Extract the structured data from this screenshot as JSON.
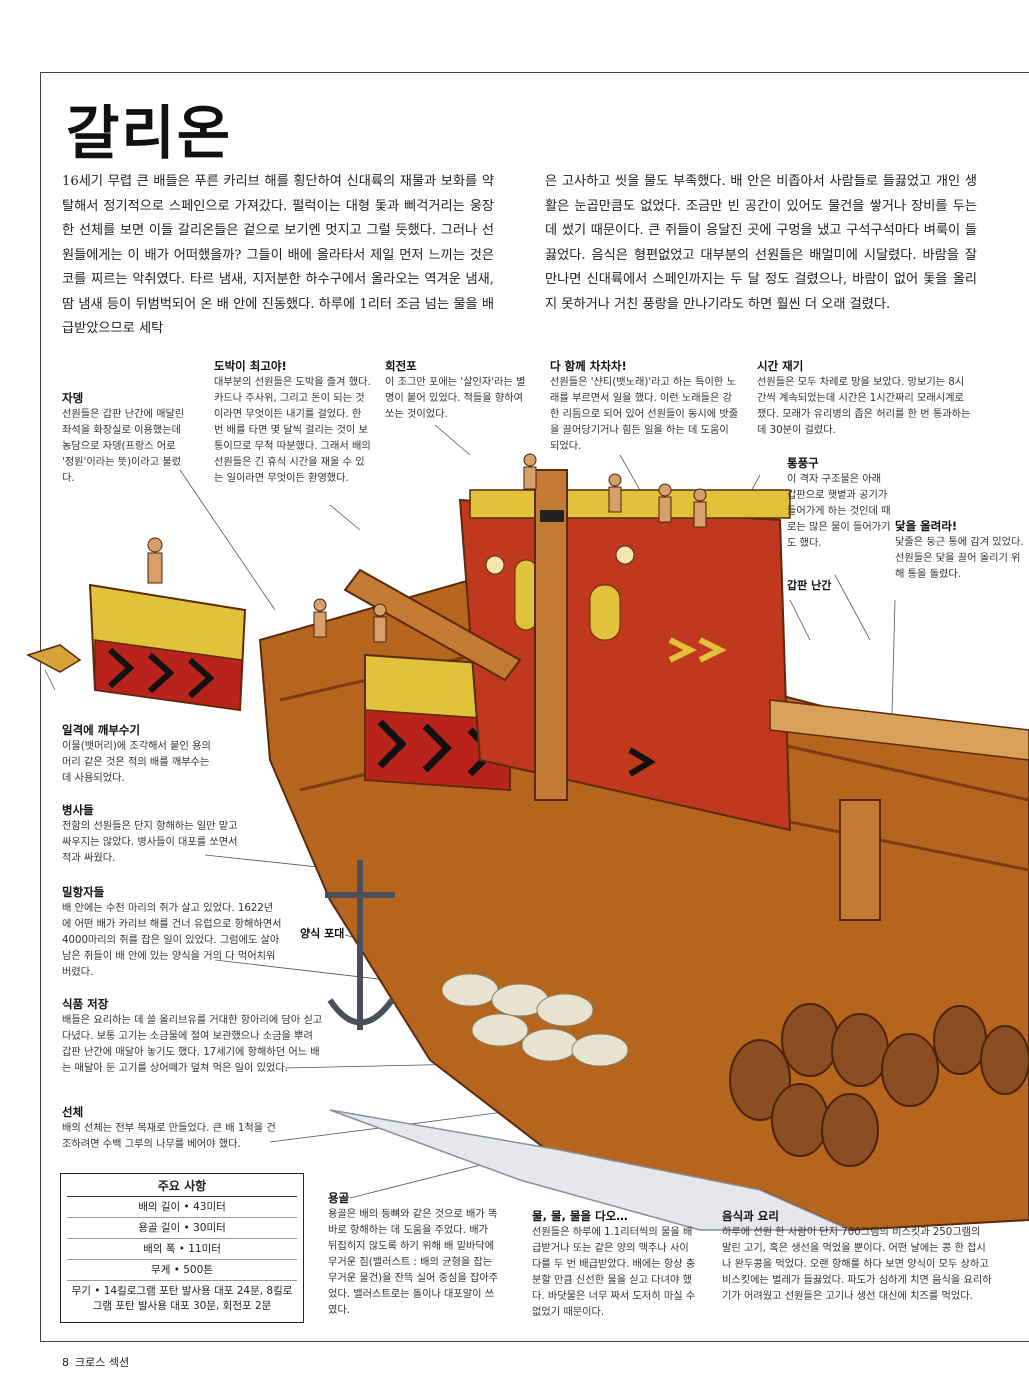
{
  "title": "갈리온",
  "intro": {
    "col1": "16세기 무렵 큰 배들은 푸른 카리브 해를 횡단하여 신대륙의 재물과 보화를 약탈해서 정기적으로 스페인으로 가져갔다. 펄럭이는 대형 돛과 삐걱거리는 웅장한 선체를 보면 이들 갈리온들은 겉으로 보기엔 멋지고 그럴 듯했다. 그러나 선원들에게는 이 배가 어떠했을까? 그들이 배에 올라타서 제일 먼저 느끼는 것은 코를 찌르는 악취였다. 타르 냄새, 지저분한 하수구에서 올라오는 역겨운 냄새, 땀 냄새 등이 뒤범벅되어 온 배 안에 진동했다. 하루에 1리터 조금 넘는 물을 배급받았으므로 세탁",
    "col2": "은 고사하고 씻을 물도 부족했다. 배 안은 비좁아서 사람들로 들끓었고 개인 생활은 눈곱만큼도 없었다. 조금만 빈 공간이 있어도 물건을 쌓거나 장비를 두는 데 썼기 때문이다. 큰 쥐들이 응달진 곳에 구멍을 냈고 구석구석마다 벼룩이 들끓었다. 음식은 형편없었고 대부분의 선원들은 배멀미에 시달렸다. 바람을 잘 만나면 신대륙에서 스페인까지는 두 달 정도 걸렸으나, 바람이 없어 돛을 올리지 못하거나 거친 풍랑을 만나기라도 하면 훨씬 더 오래 걸렸다."
  },
  "annotations": {
    "jadeng": {
      "title": "자뎅",
      "text": "선원들은 갑판 난간에 매달린 좌석을 화장실로 이용했는데 농담으로 자뎅(프랑스 어로 '정원'이라는 뜻)이라고 불렀다."
    },
    "gamble": {
      "title": "도박이 최고야!",
      "text": "대부분의 선원들은 도박을 즐겨 했다. 카드나 주사위, 그리고 돈이 되는 것이라면 무엇이든 내기를 걸었다. 한 번 배를 타면 몇 달씩 걸리는 것이 보통이므로 무척 따분했다. 그래서 배의 선원들은 긴 휴식 시간을 재울 수 있는 일이라면 무엇이든 환영했다."
    },
    "swivel": {
      "title": "회전포",
      "text": "이 조그만 포에는 '살인자'라는 별명이 붙어 있었다. 적들을 향하여 쏘는 것이었다."
    },
    "chant": {
      "title": "다 함께 차차차!",
      "text": "선원들은 '샨티(뱃노래)'라고 하는 특이한 노래를 부르면서 일을 했다. 이런 노래들은 강한 리듬으로 되어 있어 선원들이 동시에 밧줄을 끌어당기거나 힘든 일을 하는 데 도움이 되었다."
    },
    "time": {
      "title": "시간 재기",
      "text": "선원들은 모두 차례로 망을 보았다. 망보기는 8시간씩 계속되었는데 시간은 1시간짜리 모래시계로 쟀다. 모래가 유리병의 좁은 허리를 한 번 통과하는 데 30분이 걸렸다."
    },
    "vent": {
      "title": "통풍구",
      "text": "이 격자 구조물은 아래 갑판으로 햇볕과 공기가 들어가게 하는 것인데 때로는 많은 물이 들어가기도 했다."
    },
    "anchor": {
      "title": "닻을 올려라!",
      "text": "닻줄은 둥근 통에 감겨 있었다. 선원들은 닻을 끌어 올리기 위해 통을 돌렸다."
    },
    "ram": {
      "title": "일격에 깨부수기",
      "text": "이물(뱃머리)에 조각해서 붙인 용의 머리 같은 것은 적의 배를 깨부수는 데 사용되었다."
    },
    "soldiers": {
      "title": "병사들",
      "text": "전함의 선원들은 단지 항해하는 일만 맡고 싸우지는 않았다. 병사들이 대포를 쏘면서 적과 싸웠다."
    },
    "stowaways": {
      "title": "밀항자들",
      "text": "배 안에는 수천 마리의 쥐가 살고 있었다. 1622년에 어떤 배가 카리브 해를 건너 유럽으로 항해하면서 4000마리의 쥐를 잡은 일이 있었다. 그럼에도 살아남은 쥐들이 배 안에 있는 양식을 거의 다 먹어치워 버렸다."
    },
    "food": {
      "title": "식품 저장",
      "text": "배들은 요리하는 데 쓸 올리브유를 거대한 항아리에 담아 싣고 다녔다. 보통 고기는 소금물에 절여 보관했으나 소금을 뿌려 갑판 난간에 매달아 놓기도 했다. 17세기에 항해하던 어느 배는 매달아 둔 고기를 상어떼가 덮쳐 먹은 일이 있었다."
    },
    "hull": {
      "title": "선체",
      "text": "배의 선체는 전부 목재로 만들었다. 큰 배 1척을 건조하려면 수백 그루의 나무를 베어야 했다."
    },
    "keel": {
      "title": "용골",
      "text": "용골은 배의 등뼈와 같은 것으로 배가 똑바로 항해하는 데 도움을 주었다. 배가 뒤집히지 않도록 하기 위해 배 밑바닥에 무거운 짐(밸러스트 : 배의 균형을 잡는 무거운 물건)을 잔뜩 실어 중심을 잡아주었다. 밸러스트로는 돌이나 대포알이 쓰였다."
    },
    "water": {
      "title": "물, 물, 물을 다오…",
      "text": "선원들은 하루에 1.1리터씩의 물을 배급받거나 또는 같은 양의 맥주나 사이다를 두 번 배급받았다. 배에는 항상 충분할 만큼 신선한 물을 싣고 다녀야 했다. 바닷물은 너무 짜서 도저히 마실 수 없었기 때문이다."
    },
    "cooking": {
      "title": "음식과 요리",
      "text": "하루에 선원 한 사람이 단지 700그램의 비스킷과 250그램의 말린 고기, 혹은 생선을 먹었을 뿐이다. 어떤 날에는 콩 한 접시나 완두콩을 먹었다. 오랜 항해를 하다 보면 양식이 모두 상하고 비스킷에는 벌레가 들끓었다. 파도가 심하게 치면 음식을 요리하기가 어려웠고 선원들은 고기나 생선 대신에 치즈를 먹었다."
    }
  },
  "labels": {
    "rail": "갑판 난간",
    "sack": "양식 포대"
  },
  "facts": {
    "heading": "주요 사항",
    "rows": [
      "배의 길이 • 43미터",
      "용골 길이 • 30미터",
      "배의 폭 • 11미터",
      "무게 • 500톤",
      "무기 • 14킬로그램 포탄 발사용 대포 24문, 8킬로그램 포탄 발사용 대포 30문, 회전포 2문"
    ]
  },
  "footer": {
    "page": "8",
    "section": "크로스 섹션"
  },
  "colors": {
    "hull": "#b5651d",
    "hull_dark": "#7a3b12",
    "red_panel": "#b8231c",
    "yellow_panel": "#e2c23a",
    "deck": "#d9a25a",
    "barrel": "#8a4e22"
  }
}
